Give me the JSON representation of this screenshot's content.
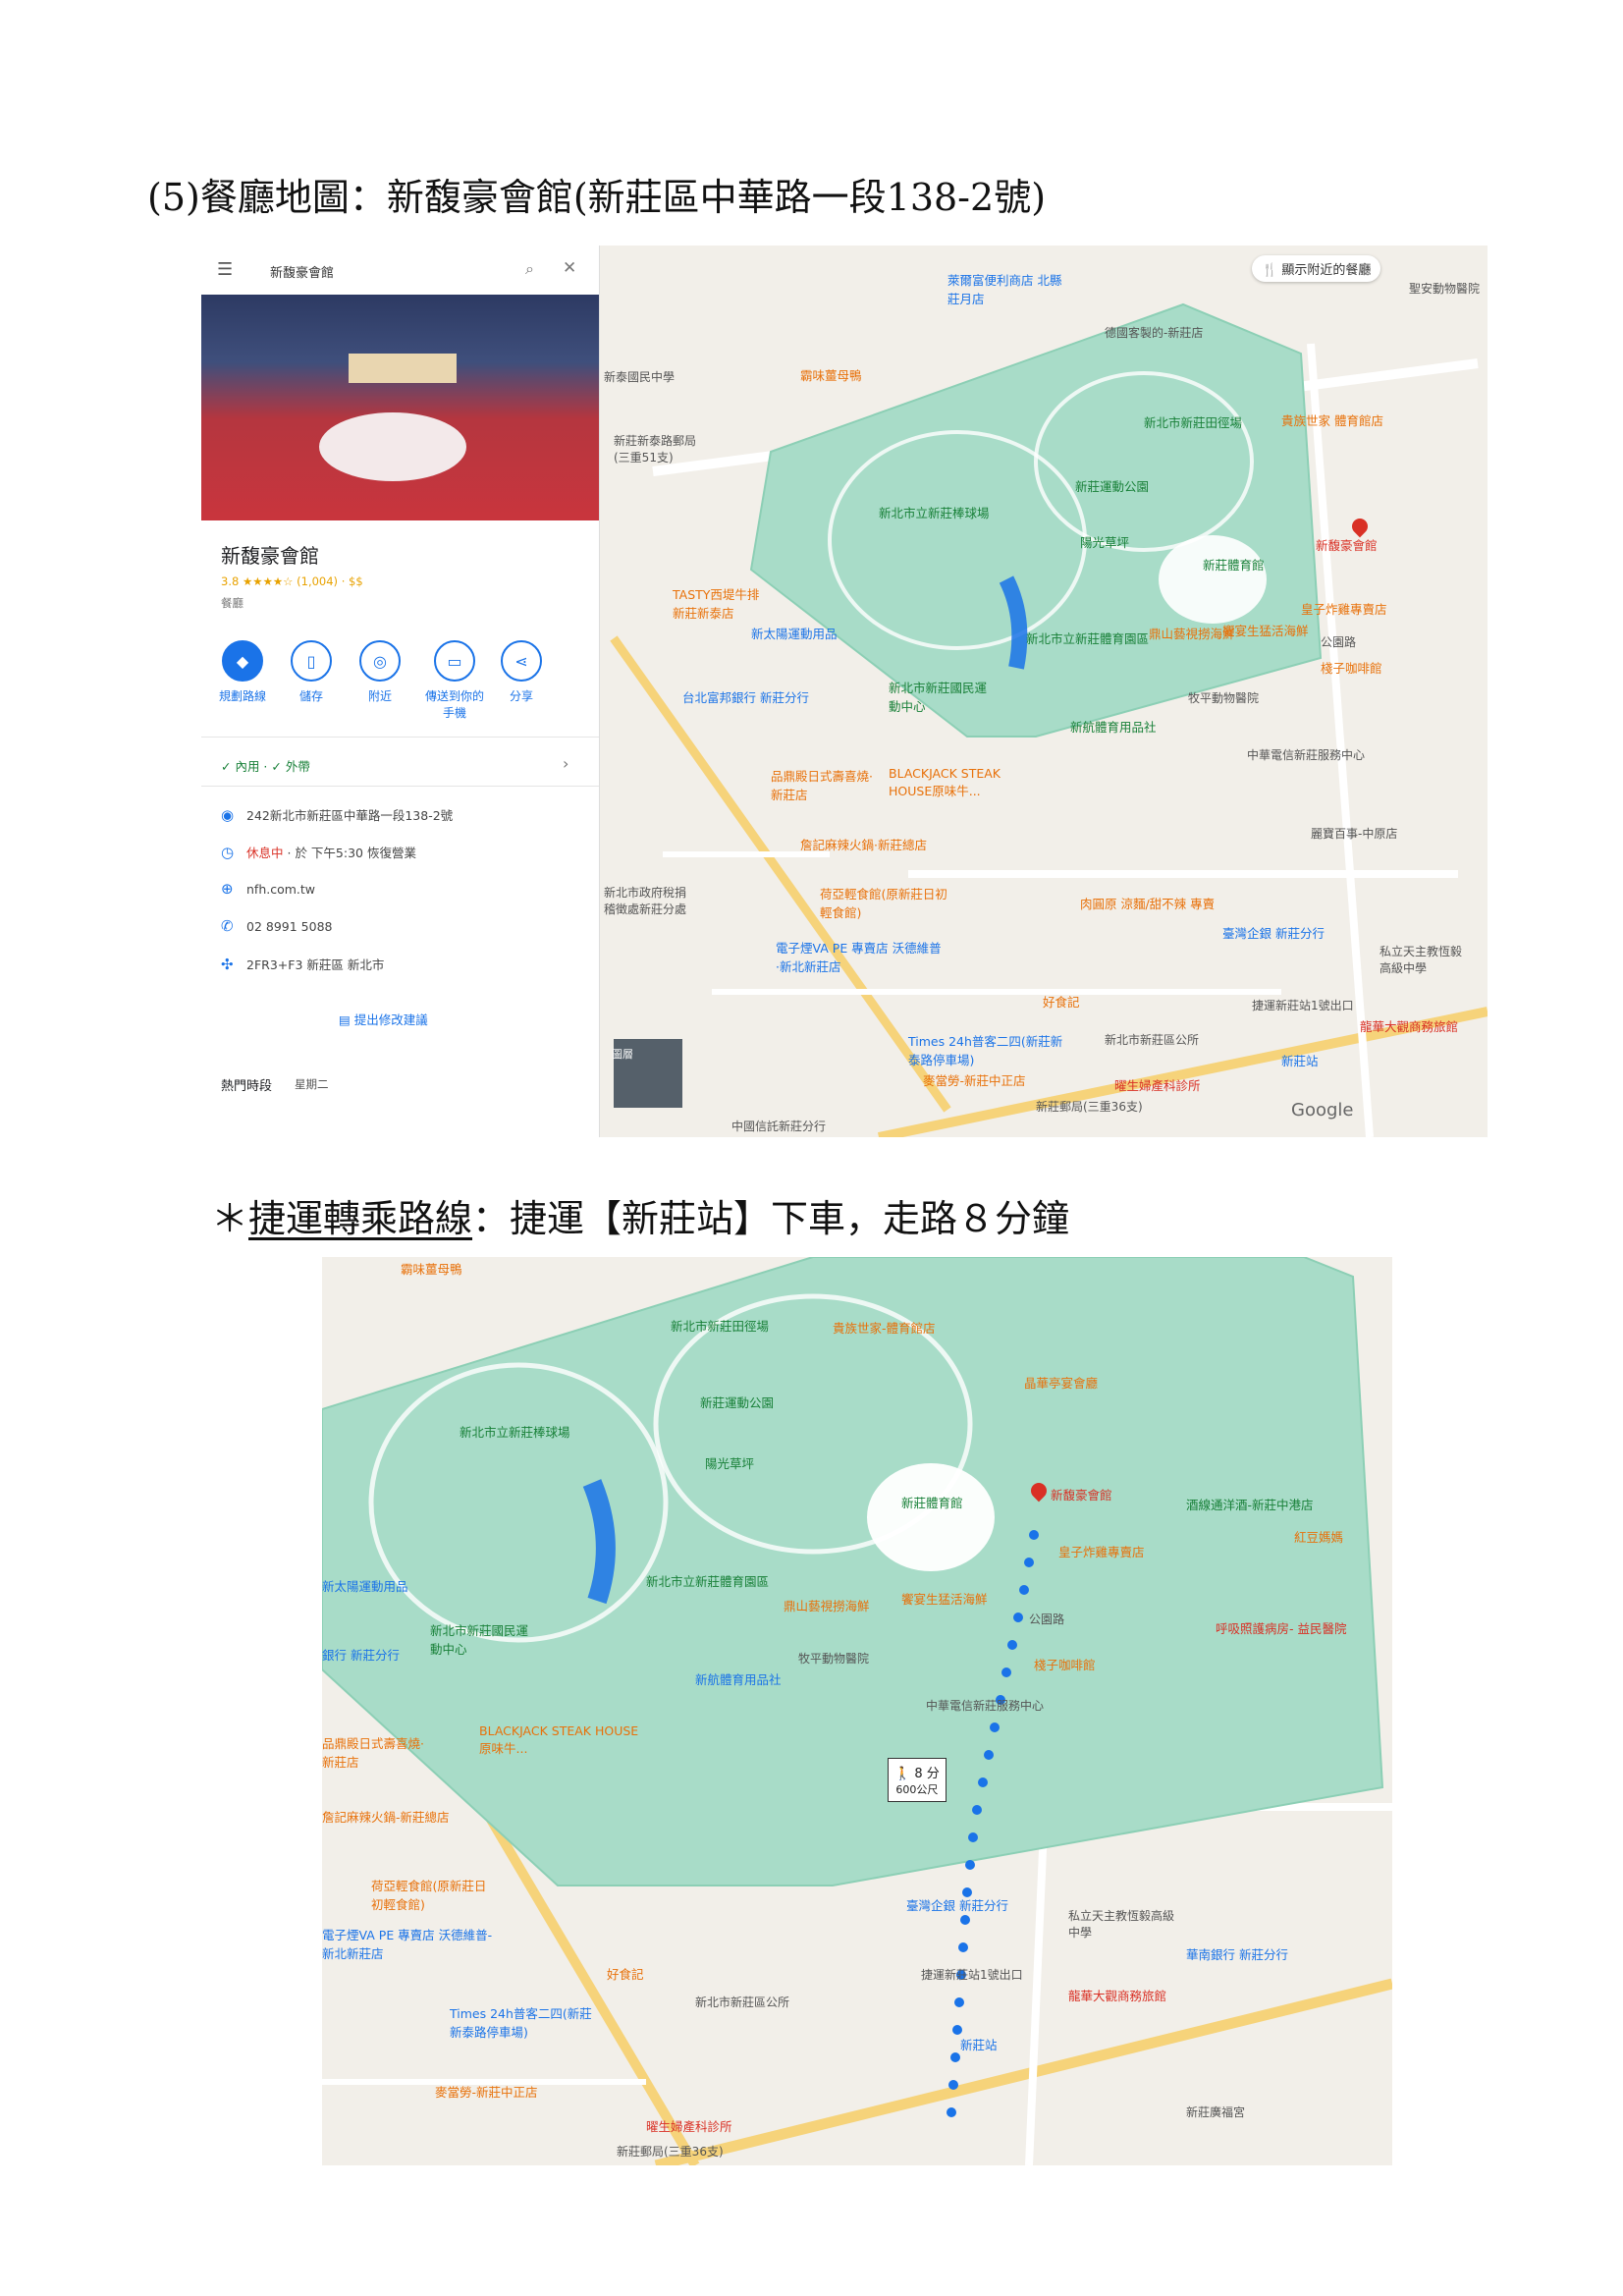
{
  "heading_main": "(5)餐廳地圖：新馥豪會館(新莊區中華路一段138-2號)",
  "heading_transfer_prefix": "＊",
  "heading_transfer_underlined": "捷運轉乘路線",
  "heading_transfer_rest": "：捷運【新莊站】下車，走路８分鐘",
  "map1": {
    "search_value": "新馥豪會館",
    "show_nearby": "顯示附近的餐廳",
    "place_name": "新馥豪會館",
    "rating": "3.8 ★★★★☆ (1,004) · $$",
    "category": "餐廳",
    "actions": [
      "規劃路線",
      "儲存",
      "附近",
      "傳送到你的手機",
      "分享"
    ],
    "dine": "✓ 內用 · ✓ 外帶",
    "address": "242新北市新莊區中華路一段138-2號",
    "hours_status": "休息中",
    "hours_rest": "· 於 下午5:30 恢復營業",
    "website": "nfh.com.tw",
    "phone": "02 8991 5088",
    "plus_code": "2FR3+F3 新莊區 新北市",
    "suggest_edit": "提出修改建議",
    "popular_times": "熱門時段",
    "day": "星期二",
    "layers": "圖層",
    "google": "Google",
    "pois": [
      "新北市新莊田徑場",
      "新莊運動公園",
      "新北市立新莊棒球場",
      "陽光草坪",
      "新北市立新莊體育園區",
      "新莊體育館",
      "新北市新莊國民運動中心",
      "新航體育用品社",
      "牧平動物醫院",
      "中華電信新莊服務中心",
      "新馥豪會館",
      "皇子炸雞專賣店",
      "公園路",
      "棧子咖啡館",
      "鼎山藝視撈海鮮",
      "饗宴生猛活海鮮",
      "貴族世家 體育館店",
      "TASTY西堤牛排新莊新泰店",
      "新太陽運動用品",
      "台北富邦銀行 新莊分行",
      "品鼎殿日式壽喜燒·新莊店",
      "BLACKJACK STEAK HOUSE原味牛...",
      "詹記麻辣火鍋·新莊總店",
      "荷亞輕食館(原新莊日初輕食館)",
      "電子煙VA PE 專賣店 沃德維普·新北新莊店",
      "好食記",
      "Times 24h普客二四(新莊新泰路停車場)",
      "麥當勞-新莊中正店",
      "新莊郵局(三重36支)",
      "新北市新莊區公所",
      "曜生婦產科診所",
      "新莊站",
      "捷運新莊站1號出口",
      "龍華大觀商務旅館",
      "臺灣企銀 新莊分行",
      "私立天主教恆毅高級中學",
      "德國客製的-新莊店",
      "萊爾富便利商店 北縣莊月店",
      "新泰國民中學",
      "新莊新泰路郵局(三重51支)",
      "新北市政府稅捐稽徵處新莊分處",
      "中國信託新莊分行",
      "麗寶百事-中原店",
      "肉圓原 涼麵/甜不辣 專賣",
      "霸味薑母鴨",
      "聖安動物醫院"
    ]
  },
  "map2": {
    "walk_time": "8 分",
    "walk_distance": "600公尺",
    "pois": [
      "霸味薑母鴨",
      "新北市新莊田徑場",
      "貴族世家-體育館店",
      "晶華亭宴會廳",
      "新莊運動公園",
      "新北市立新莊棒球場",
      "陽光草坪",
      "新馥豪會館",
      "酒線通洋酒-新莊中港店",
      "新莊體育館",
      "紅豆媽媽",
      "皇子炸雞專賣店",
      "新太陽運動用品",
      "新北市立新莊體育園區",
      "鼎山藝視撈海鮮",
      "饗宴生猛活海鮮",
      "公園路",
      "呼吸照護病房- 益民醫院",
      "新北市新莊國民運動中心",
      "牧平動物醫院",
      "棧子咖啡館",
      "新航體育用品社",
      "中華電信新莊服務中心",
      "BLACKJACK STEAK HOUSE原味牛...",
      "品鼎殿日式壽喜燒·新莊店",
      "詹記麻辣火鍋-新莊總店",
      "荷亞輕食館(原新莊日初輕食館)",
      "臺灣企銀 新莊分行",
      "私立天主教恆毅高級中學",
      "電子煙VA PE 專賣店 沃德維普-新北新莊店",
      "華南銀行 新莊分行",
      "好食記",
      "捷運新莊站1號出口",
      "Times 24h普客二四(新莊新泰路停車場)",
      "新北市新莊區公所",
      "龍華大觀商務旅館",
      "新莊站",
      "麥當勞-新莊中正店",
      "曜生婦產科診所",
      "新莊郵局(三重36支)",
      "新莊廣福宮",
      "銀行 新莊分行"
    ]
  }
}
